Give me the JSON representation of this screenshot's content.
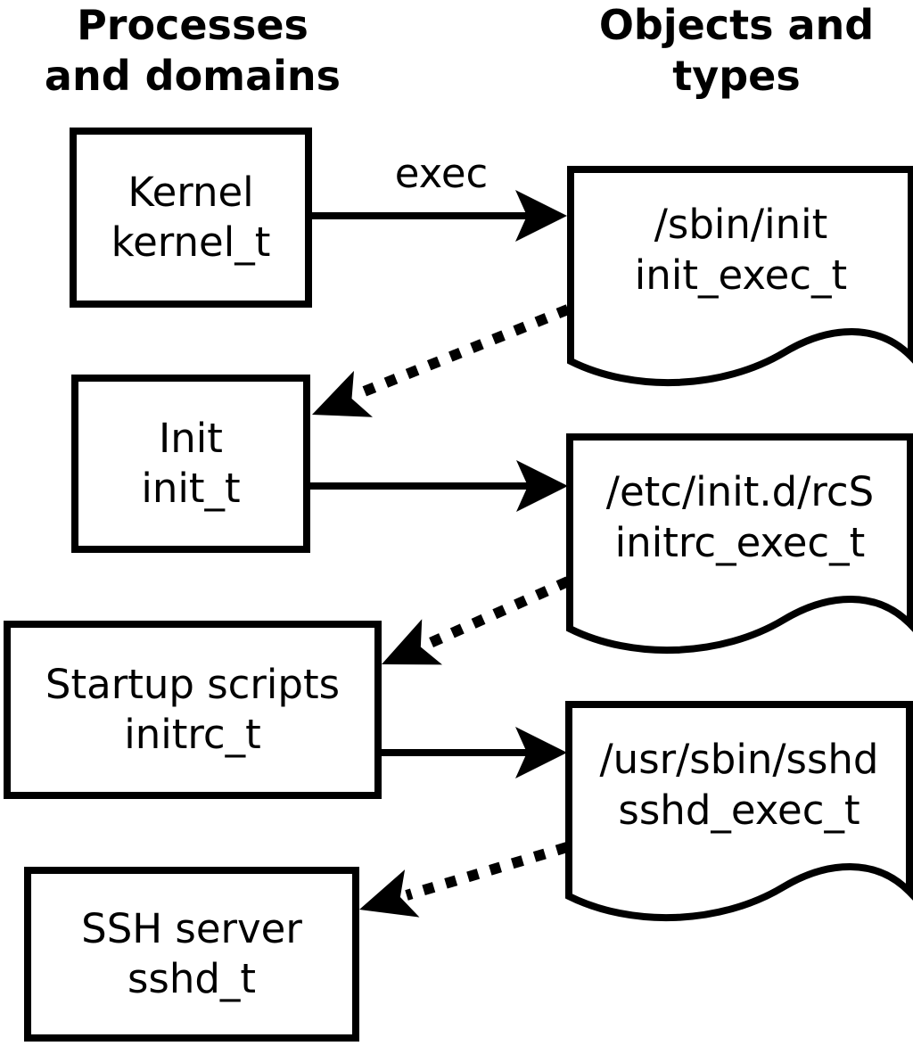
{
  "headers": {
    "left_line1": "Processes",
    "left_line2": "and domains",
    "right_line1": "Objects and",
    "right_line2": "types"
  },
  "edge_label": "exec",
  "processes": [
    {
      "label": "Kernel",
      "type": "kernel_t"
    },
    {
      "label": "Init",
      "type": "init_t"
    },
    {
      "label": "Startup scripts",
      "type": "initrc_t"
    },
    {
      "label": "SSH server",
      "type": "sshd_t"
    }
  ],
  "objects": [
    {
      "label": "/sbin/init",
      "type": "init_exec_t"
    },
    {
      "label": "/etc/init.d/rcS",
      "type": "initrc_exec_t"
    },
    {
      "label": "/usr/sbin/sshd",
      "type": "sshd_exec_t"
    }
  ],
  "colors": {
    "ink": "#000000",
    "paper": "#ffffff"
  }
}
